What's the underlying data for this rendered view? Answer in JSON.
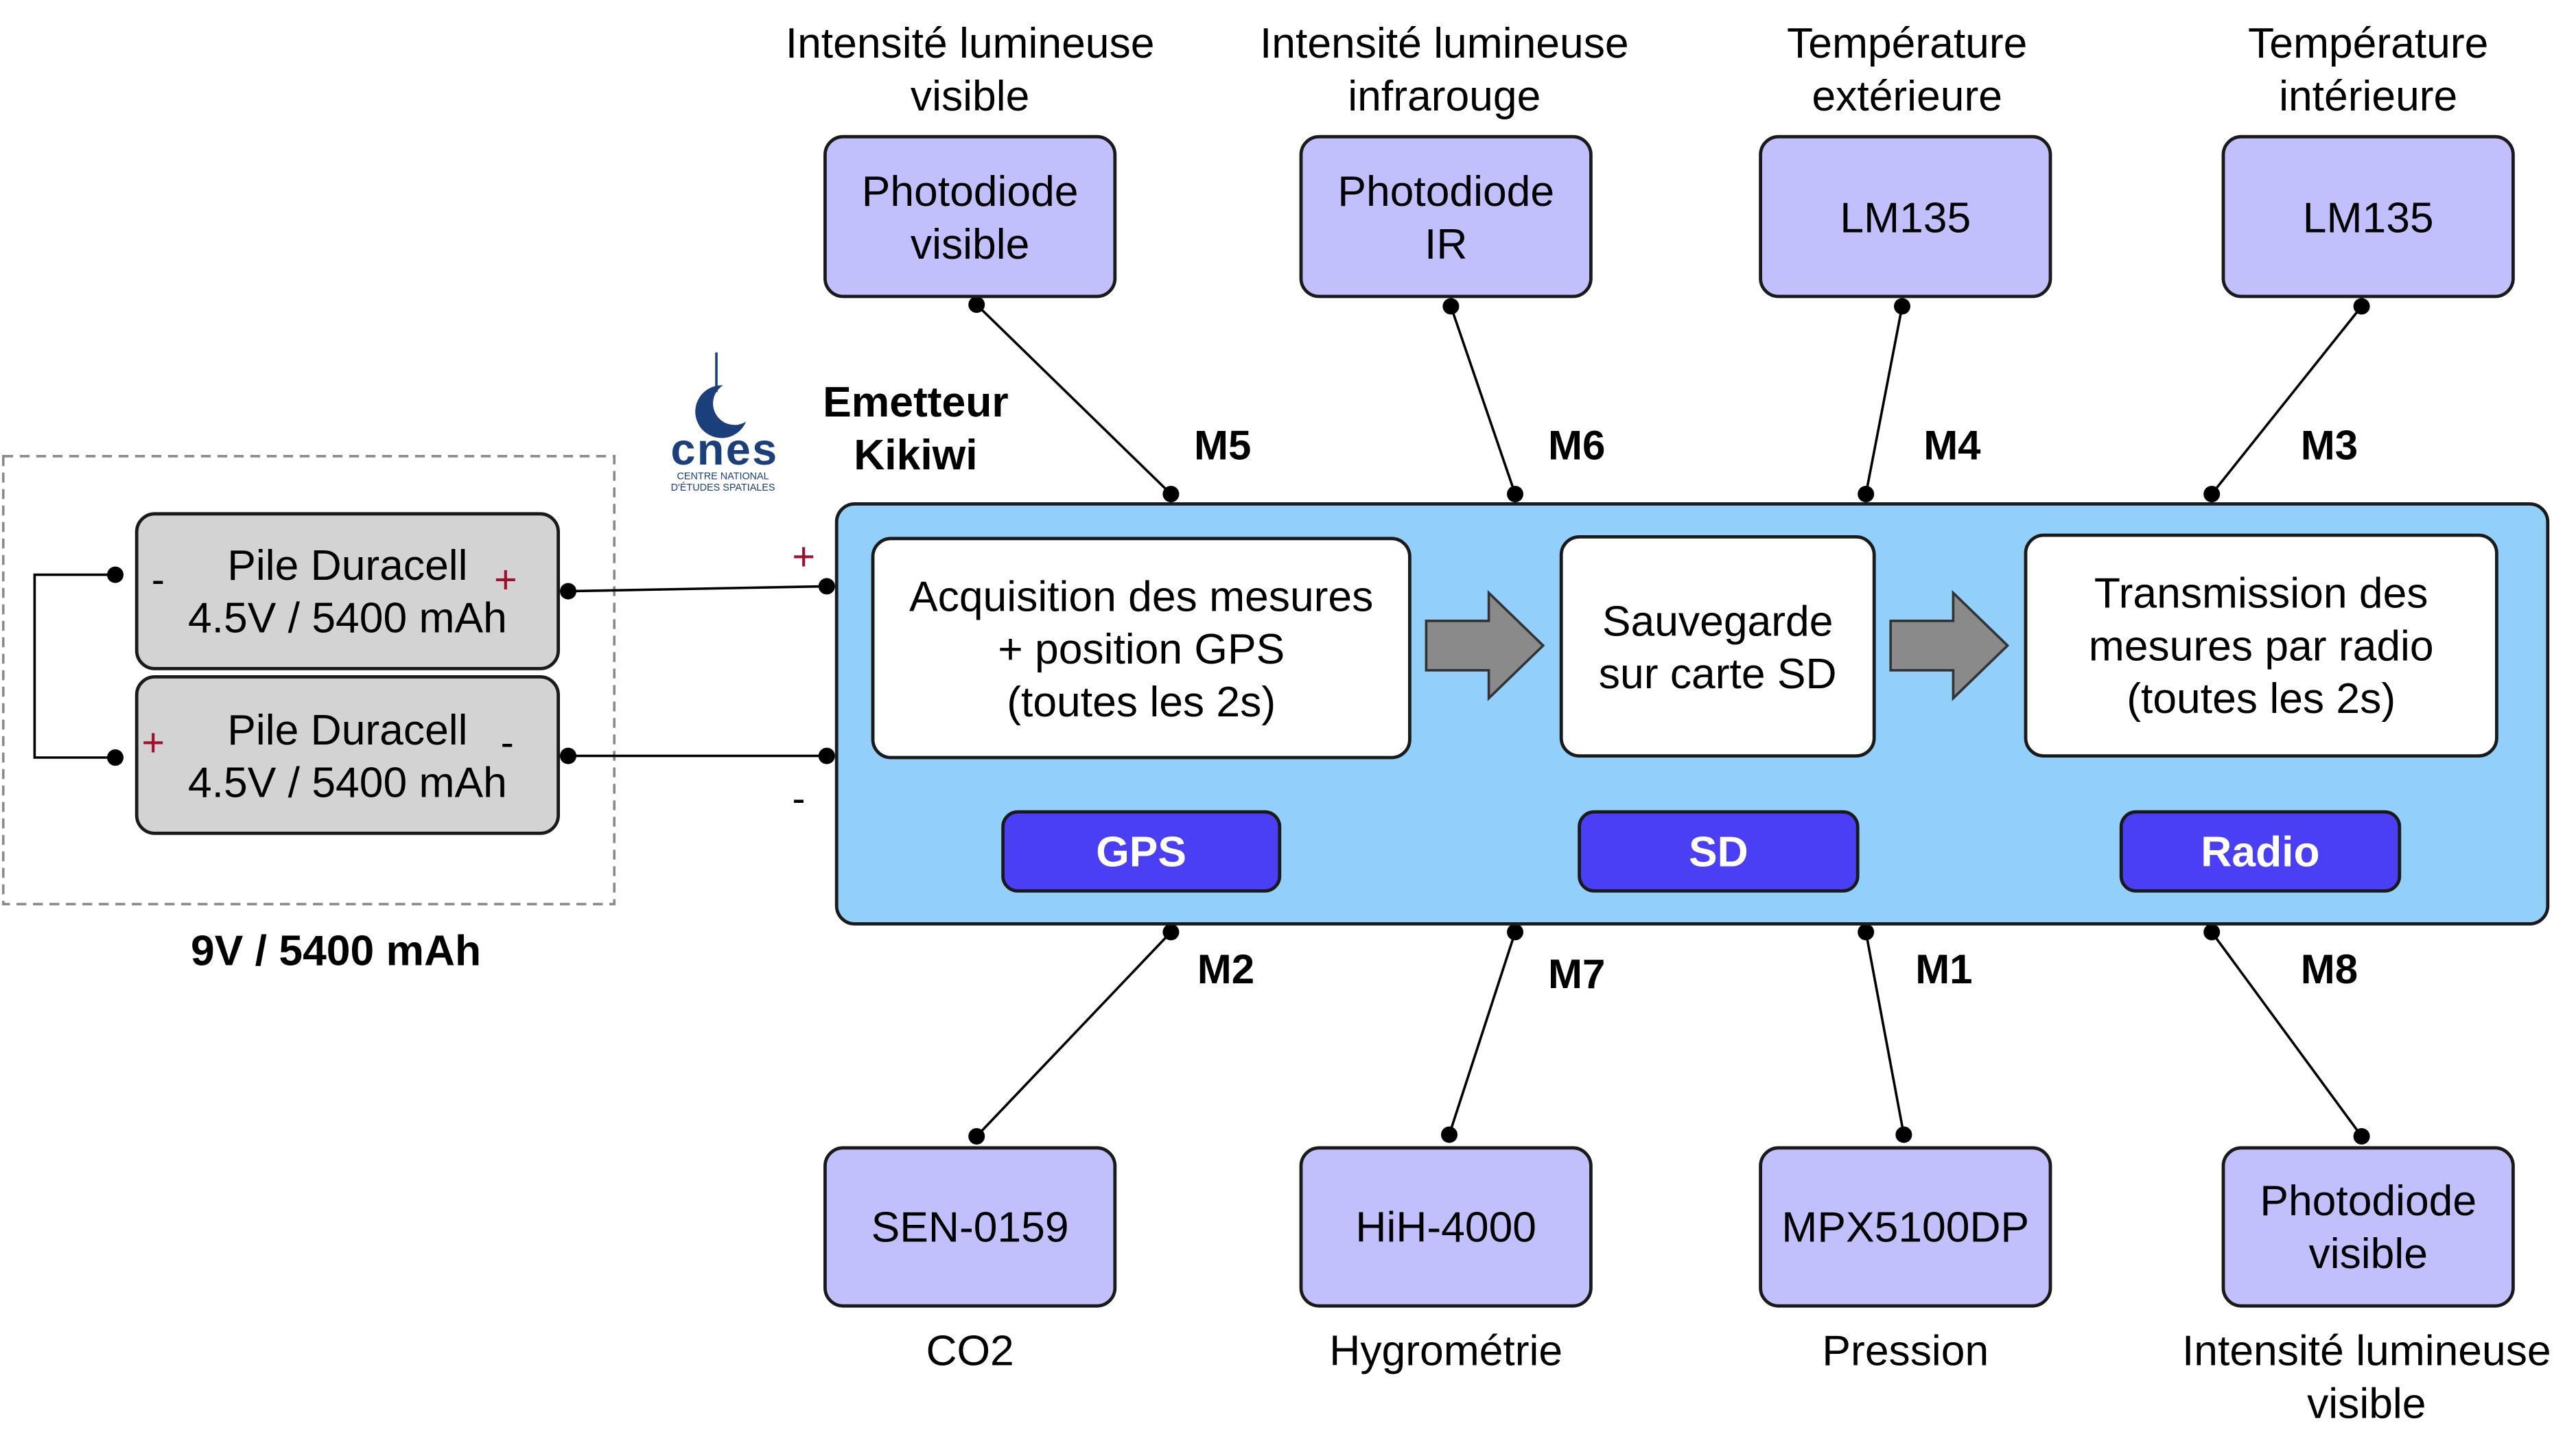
{
  "battery": {
    "cells": [
      {
        "label_line1": "Pile Duracell",
        "label_line2": "4.5V / 5400 mAh",
        "left_terminal": "-",
        "right_terminal": "+"
      },
      {
        "label_line1": "Pile Duracell",
        "label_line2": "4.5V / 5400 mAh",
        "left_terminal": "+",
        "right_terminal": "-"
      }
    ],
    "pack_label": "9V / 5400 mAh"
  },
  "transmitter": {
    "title_line1": "Emetteur",
    "title_line2": "Kikiwi",
    "input_plus": "+",
    "input_minus": "-",
    "stages": [
      {
        "lines": [
          "Acquisition des mesures",
          "+ position GPS",
          "(toutes les 2s)"
        ]
      },
      {
        "lines": [
          "Sauvegarde",
          "sur carte SD"
        ]
      },
      {
        "lines": [
          "Transmission des",
          "mesures par radio",
          "(toutes les 2s)"
        ]
      }
    ],
    "modules": [
      "GPS",
      "SD",
      "Radio"
    ]
  },
  "logo": {
    "text": "cnes",
    "subtext_line1": "CENTRE NATIONAL",
    "subtext_line2": "D'ÉTUDES SPATIALES"
  },
  "sensors_top": [
    {
      "port": "M5",
      "device": [
        "Photodiode",
        "visible"
      ],
      "measure": [
        "Intensité lumineuse",
        "visible"
      ]
    },
    {
      "port": "M6",
      "device": [
        "Photodiode",
        "IR"
      ],
      "measure": [
        "Intensité lumineuse",
        "infrarouge"
      ]
    },
    {
      "port": "M4",
      "device": [
        "LM135"
      ],
      "measure": [
        "Température",
        "extérieure"
      ]
    },
    {
      "port": "M3",
      "device": [
        "LM135"
      ],
      "measure": [
        "Température",
        "intérieure"
      ]
    }
  ],
  "sensors_bottom": [
    {
      "port": "M2",
      "device": [
        "SEN-0159"
      ],
      "measure": [
        "CO2"
      ]
    },
    {
      "port": "M7",
      "device": [
        "HiH-4000"
      ],
      "measure": [
        "Hygrométrie"
      ]
    },
    {
      "port": "M1",
      "device": [
        "MPX5100DP"
      ],
      "measure": [
        "Pression"
      ]
    },
    {
      "port": "M8",
      "device": [
        "Photodiode",
        "visible"
      ],
      "measure": [
        "Intensité lumineuse",
        "visible"
      ]
    }
  ],
  "colors": {
    "sensor": "#c1bffc",
    "transmitter": "#92d0fb",
    "module": "#4a3ff4",
    "battery": "#d3d3d3",
    "arrow": "#8a8a8a",
    "polarity_red": "#a0102a",
    "logo_blue": "#1b3f7a"
  }
}
